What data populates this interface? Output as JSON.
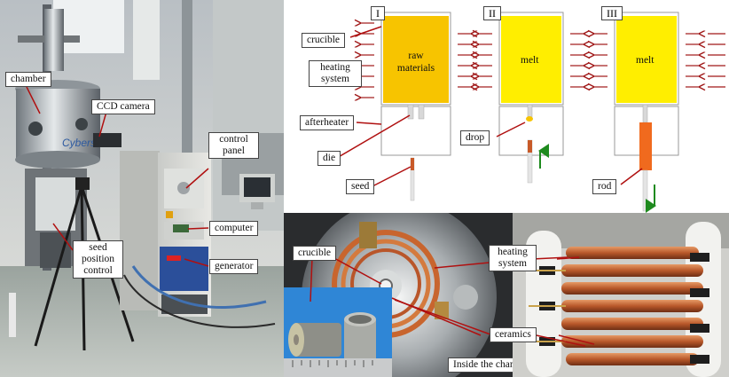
{
  "photo_labels": {
    "chamber": "chamber",
    "ccd_camera": "CCD camera",
    "control_panel": "control panel",
    "computer": "computer",
    "generator": "generator",
    "seed_position_control": "seed position control"
  },
  "schematic": {
    "stages": [
      "I",
      "II",
      "III"
    ],
    "crucible": "crucible",
    "heating_system": "heating system",
    "afterheater": "afterheater",
    "die": "die",
    "seed": "seed",
    "drop": "drop",
    "rod": "rod",
    "raw_materials": "raw materials",
    "melt_1": "melt",
    "melt_2": "melt"
  },
  "chamber_photo": {
    "crucible": "crucible",
    "heating_system": "heating system",
    "ceramics": "ceramics",
    "caption": "Inside the chamber"
  },
  "colors": {
    "raw_material": "#f7c400",
    "melt": "#ffee00",
    "rod": "#f06a1e",
    "arrow_red": "#a01818",
    "arrow_green": "#1e8a1e",
    "label_line": "#b01010"
  }
}
